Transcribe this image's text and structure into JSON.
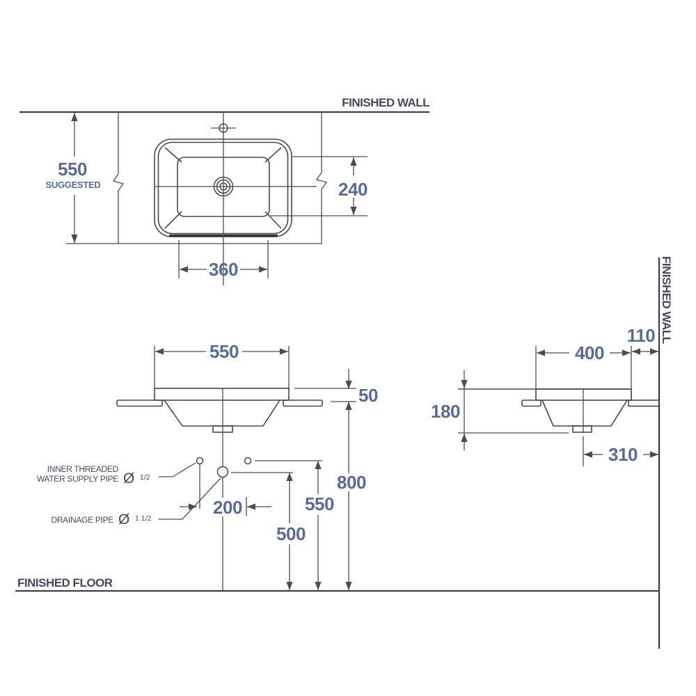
{
  "drawing": {
    "walls": {
      "finished_wall_top": "FINISHED WALL",
      "finished_wall_side": "FINISHED WALL",
      "finished_floor": "FINISHED FLOOR"
    },
    "top_view": {
      "suggested_width": "550",
      "suggested_label": "SUGGESTED",
      "basin_depth": "240",
      "basin_width": "360"
    },
    "front_view": {
      "overall_width": "550",
      "rim_thickness": "50",
      "rim_height": "800",
      "supply_pipe_height": "550",
      "drain_height": "500",
      "supply_offset": "200"
    },
    "side_view": {
      "overall_depth": "400",
      "wall_clearance": "110",
      "body_height": "180",
      "drain_to_wall": "310"
    },
    "callouts": {
      "supply_label_line1": "INNER THREADED",
      "supply_label_line2": "WATER SUPPLY PIPE",
      "supply_diameter_symbol": "Ø",
      "supply_diameter": "1/2",
      "drainage_label": "DRAINAGE PIPE",
      "drainage_diameter_symbol": "Ø",
      "drainage_diameter": "1 1/2"
    },
    "colors": {
      "line": "#4b4b52",
      "dimension_text": "#5c6b94",
      "label_text": "#4d4660",
      "background": "#ffffff"
    }
  }
}
